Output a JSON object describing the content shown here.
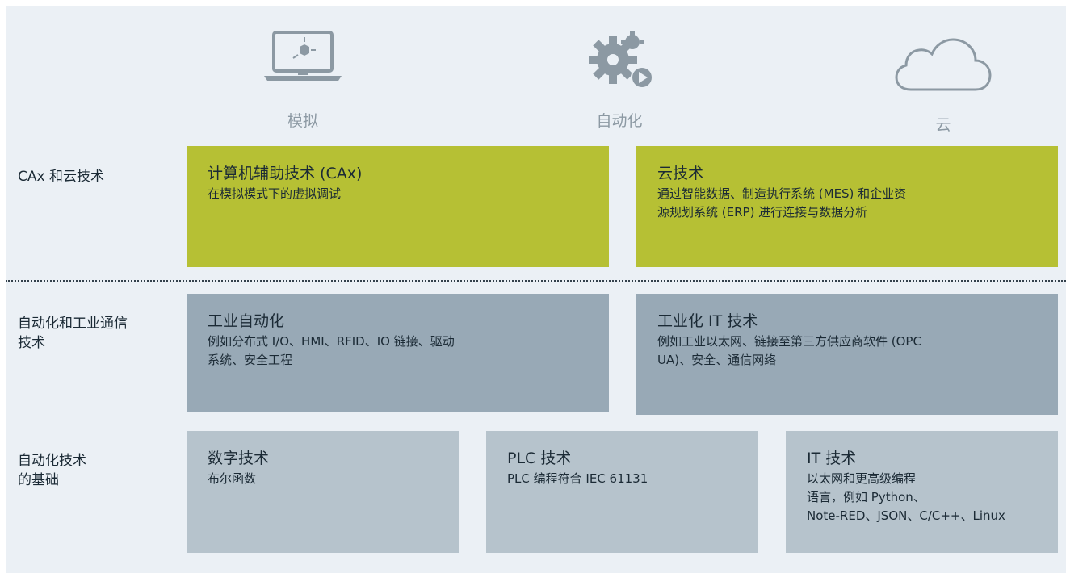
{
  "colors": {
    "background": "#ebf0f5",
    "green_box": "#b6c034",
    "dark_box": "#98a9b6",
    "light_box": "#b6c3cc",
    "icon": "#8c99a3",
    "text": "#1b2a35"
  },
  "top_icons": [
    {
      "label": "模拟",
      "icon": "monitor-icon"
    },
    {
      "label": "自动化",
      "icon": "gears-icon"
    },
    {
      "label": "云",
      "icon": "cloud-icon"
    }
  ],
  "rows": [
    {
      "label": "CAx 和云技术",
      "boxes": [
        {
          "title": "计算机辅助技术 (CAx)",
          "desc": "在模拟模式下的虚拟调试"
        },
        {
          "title": "云技术",
          "desc": "通过智能数据、制造执行系统 (MES) 和企业资\n源规划系统 (ERP) 进行连接与数据分析"
        }
      ]
    },
    {
      "label": "自动化和工业通信\n技术",
      "boxes": [
        {
          "title": "工业自动化",
          "desc": "例如分布式 I/O、HMI、RFID、IO 链接、驱动\n系统、安全工程"
        },
        {
          "title": "工业化 IT 技术",
          "desc": "例如工业以太网、链接至第三方供应商软件 (OPC\nUA)、安全、通信网络"
        }
      ]
    },
    {
      "label": "自动化技术\n的基础",
      "boxes": [
        {
          "title": "数字技术",
          "desc": "布尔函数"
        },
        {
          "title": "PLC 技术",
          "desc": "PLC 编程符合 IEC  61131"
        },
        {
          "title": "IT 技术",
          "desc": "以太网和更高级编程\n语言，例如 Python、\nNote-RED、JSON、C/C++、Linux"
        }
      ]
    }
  ]
}
